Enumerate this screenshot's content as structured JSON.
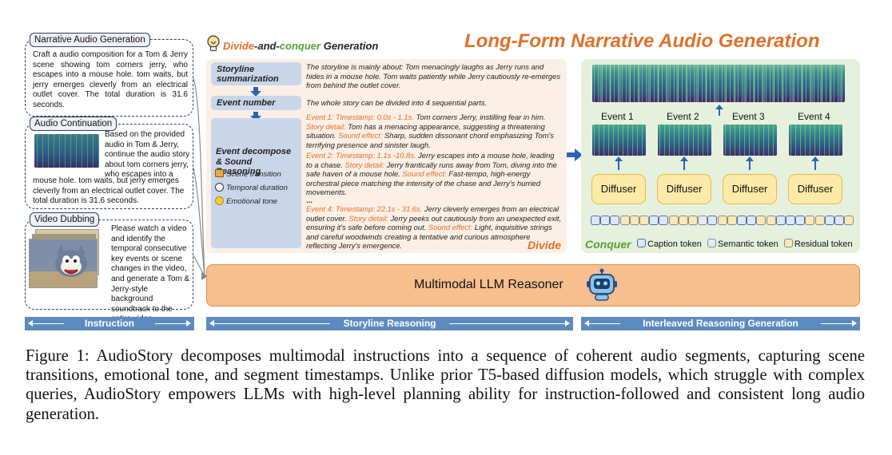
{
  "header": {
    "left_title_part1": "Divide",
    "left_title_part2": "-and-",
    "left_title_part3": "conquer",
    "left_title_part4": " Generation",
    "right_title": "Long-Form Narrative Audio Generation"
  },
  "instruction": {
    "narrative": {
      "label": "Narrative Audio Generation",
      "text": "Craft a audio composition for a Tom & Jerry scene showing tom corners jerry, who escapes into a mouse hole. tom waits, but jerry emerges cleverly from an electrical outlet cover. The total duration is 31.6 seconds."
    },
    "continuation": {
      "label": "Audio Continuation",
      "text_side": "Based on the provided audio in Tom & Jerry, continue the audio story about tom corners jerry, who escapes into a",
      "text_bottom": "mouse hole. tom waits, but jerry emerges cleverly from an electrical outlet cover. The total duration is 31.6 seconds."
    },
    "dubbing": {
      "label": "Video Dubbing",
      "text": "Please watch a video and identify the temporal consecutive key events or scene changes in the video, and generate a Tom & Jerry-style background soundtrack to the entire video."
    }
  },
  "reasoning": {
    "steps": {
      "storyline": "Storyline summarization",
      "event_number": "Event number",
      "event_decompose": "Event decompose & Sound Reasoning"
    },
    "sub_items": {
      "scene": "Scene transition",
      "temporal": "Temporal duration",
      "emotional": "Emotional tone"
    },
    "storyline_text": "The storyline is mainly about: Tom menacingly laughs as Jerry runs and hides in a mouse hole. Tom waits patiently while Jerry cautiously re-emerges from behind the outlet cover.",
    "event_number_text": "The whole story can be divided into 4 sequential parts.",
    "events": [
      {
        "label": "Event 1:",
        "timestamp": "Timestamp: 0.0s - 1.1s.",
        "summary": " Tom corners Jerry, instilling fear in him.",
        "detail_label": "Story detail:",
        "detail": " Tom has a menacing appearance, suggesting a threatening situation.",
        "sound_label": "Sound effect:",
        "sound": " Sharp, sudden dissonant chord emphasizing Tom's terrifying presence and sinister laugh."
      },
      {
        "label": "Event 2:",
        "timestamp": "Timestamp: 1.1s -10.8s.",
        "summary": " Jerry escapes into a mouse hole, leading to a chase.",
        "detail_label": "Story detail:",
        "detail": " Jerry frantically runs away from Tom, diving into the safe haven of a mouse hole.",
        "sound_label": "Sound effect:",
        "sound": " Fast-tempo, high-energy orchestral piece matching the intensity of the chase and Jerry's hurried movements."
      },
      {
        "label": "Event 4:",
        "timestamp": "Timestamp: 22.1s - 31.6s.",
        "summary": " Jerry cleverly emerges from an electrical outlet cover.",
        "detail_label": "Story detail:",
        "detail": " Jerry peeks out cautiously from an unexpected exit, ensuring it's safe before coming out.",
        "sound_label": "Sound effect:",
        "sound": " Light, inquisitive strings and careful woodwinds creating a tentative and curious atmosphere reflecting Jerry's emergence."
      }
    ],
    "ellipsis": "...",
    "divide_label": "Divide"
  },
  "generation": {
    "events": [
      "Event 1",
      "Event 2",
      "Event 3",
      "Event 4"
    ],
    "diffuser": "Diffuser",
    "conquer_label": "Conquer",
    "legend": {
      "caption": "Caption token",
      "semantic": "Semantic token",
      "residual": "Residual token"
    },
    "token_sequence": [
      "c",
      "c",
      "c",
      "r",
      "r",
      "r",
      "c",
      "c",
      "r",
      "r",
      "r",
      "s",
      "c",
      "r",
      "r",
      "c",
      "c",
      "r",
      "r",
      "c",
      "c",
      "c",
      "r",
      "r",
      "c",
      "c",
      "r"
    ]
  },
  "llm": {
    "label": "Multimodal LLM Reasoner"
  },
  "bottom_bars": {
    "instruction": "Instruction",
    "storyline": "Storyline Reasoning",
    "interleaved": "Interleaved Reasoning Generation"
  },
  "colors": {
    "accent_orange": "#e0702a",
    "bar_blue": "#5d8bbf",
    "llm_fill": "#f7be8e",
    "step_blue": "#c9d6ea"
  },
  "caption": "Figure 1: AudioStory decomposes multimodal instructions into a sequence of coherent audio segments, capturing scene transitions, emotional tone, and segment timestamps. Unlike prior T5-based diffusion models, which struggle with complex queries, AudioStory empowers LLMs with high-level planning ability for instruction-followed and consistent long audio generation."
}
